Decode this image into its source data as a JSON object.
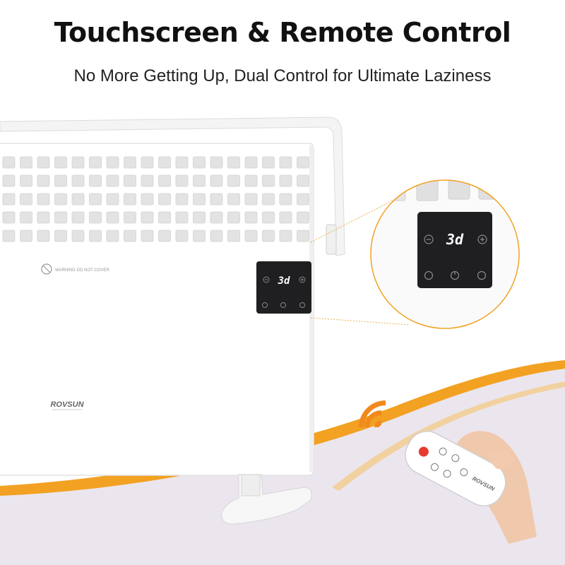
{
  "header": {
    "title": "Touchscreen & Remote Control",
    "subtitle": "No More Getting Up, Dual Control for Ultimate Laziness"
  },
  "heater": {
    "brand": "ROVSUN",
    "warning_label": "WARNING DO NOT COVER",
    "display_value": "3d"
  },
  "zoom_panel": {
    "display_value": "3d"
  },
  "remote": {
    "brand": "ROVSUN"
  },
  "colors": {
    "accent_orange": "#F2A122",
    "signal_orange": "#F08A1C",
    "panel_dark": "#1f1f22",
    "lower_band": "#e9e3ec",
    "power_red": "#e63b2e"
  }
}
